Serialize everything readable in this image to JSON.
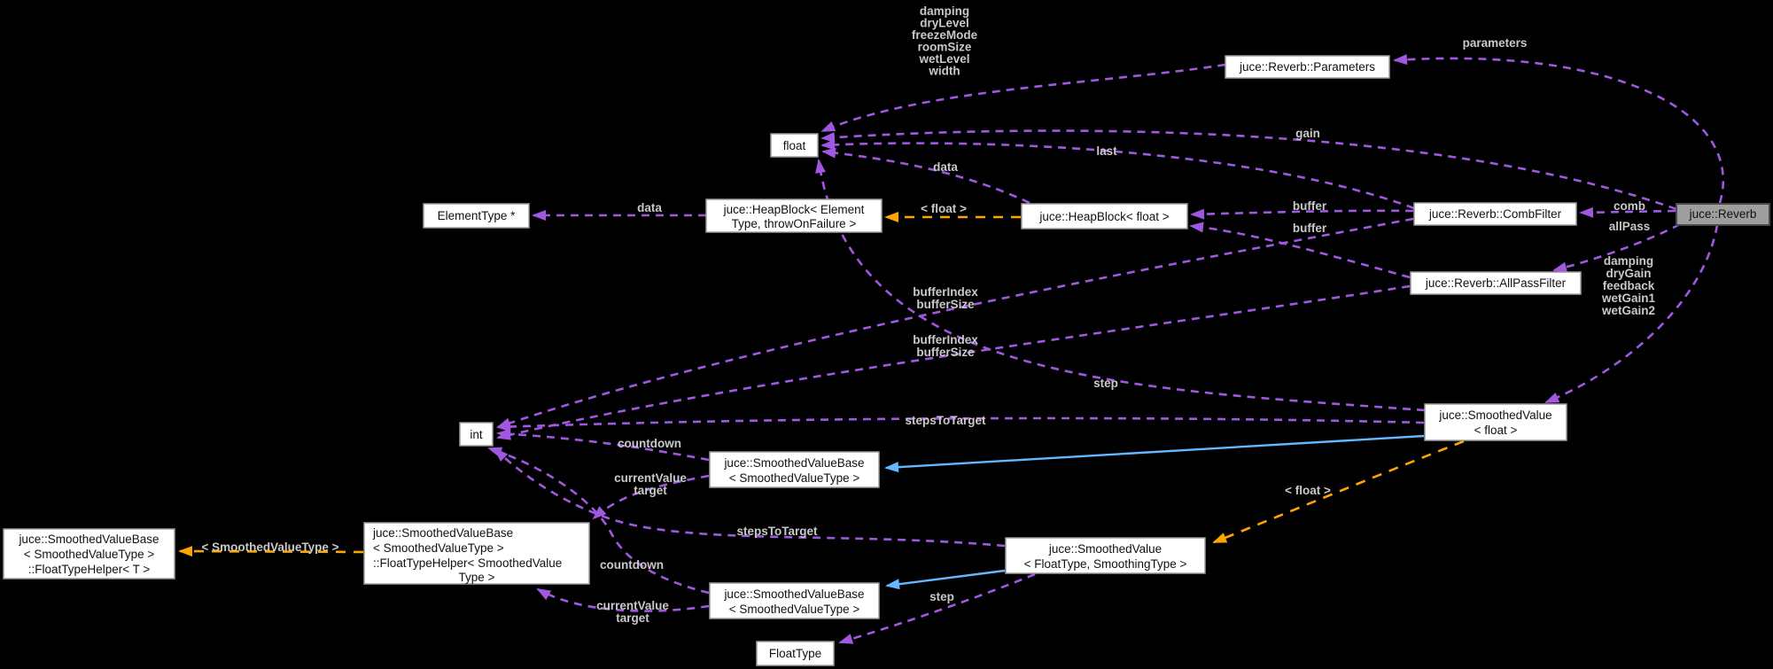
{
  "diagram": {
    "title": "juce::Reverb collaboration graph",
    "colors": {
      "background": "#000000",
      "usage_edge": "#a158e0",
      "template_edge": "#ffa500",
      "inheritance_edge": "#63b8ff",
      "edge_label_text": "#c9c9c9",
      "node_fill": "#ffffff",
      "node_border": "#9c9c9c",
      "node_text": "#111111",
      "highlight_node_fill": "#9e9e9e"
    },
    "nodes": {
      "float": {
        "lines": [
          "float"
        ]
      },
      "element_type_ptr": {
        "lines": [
          "ElementType *"
        ]
      },
      "heapblock_element": {
        "lines": [
          "juce::HeapBlock< Element",
          "Type, throwOnFailure >"
        ]
      },
      "heapblock_float": {
        "lines": [
          "juce::HeapBlock< float >"
        ]
      },
      "parameters": {
        "lines": [
          "juce::Reverb::Parameters"
        ]
      },
      "comb_filter": {
        "lines": [
          "juce::Reverb::CombFilter"
        ]
      },
      "reverb": {
        "lines": [
          "juce::Reverb"
        ]
      },
      "allpass_filter": {
        "lines": [
          "juce::Reverb::AllPassFilter"
        ]
      },
      "int": {
        "lines": [
          "int"
        ]
      },
      "smoothed_value_float": {
        "lines": [
          "juce::SmoothedValue",
          "< float >"
        ]
      },
      "svb_upper": {
        "lines": [
          "juce::SmoothedValueBase",
          "< SmoothedValueType >"
        ]
      },
      "float_type_helper_t": {
        "lines": [
          "juce::SmoothedValueBase",
          "< SmoothedValueType >",
          "::FloatTypeHelper< T >"
        ]
      },
      "float_type_helper_svt": {
        "lines": [
          "juce::SmoothedValueBase",
          "< SmoothedValueType >",
          "::FloatTypeHelper< SmoothedValue",
          "Type >"
        ]
      },
      "smoothed_value_template": {
        "lines": [
          "juce::SmoothedValue",
          "< FloatType, SmoothingType >"
        ]
      },
      "svb_lower": {
        "lines": [
          "juce::SmoothedValueBase",
          "< SmoothedValueType >"
        ]
      },
      "float_type": {
        "lines": [
          "FloatType"
        ]
      }
    },
    "edge_labels": {
      "params_to_float": {
        "lines": [
          "damping",
          "dryLevel",
          "freezeMode",
          "roomSize",
          "wetLevel",
          "width"
        ]
      },
      "parameters": {
        "lines": [
          "parameters"
        ]
      },
      "gain": {
        "lines": [
          "gain"
        ]
      },
      "last": {
        "lines": [
          "last"
        ]
      },
      "data_float": {
        "lines": [
          "data"
        ]
      },
      "data_element": {
        "lines": [
          "data"
        ]
      },
      "tmpl_float_heap": {
        "lines": [
          "< float >"
        ]
      },
      "buffer_comb": {
        "lines": [
          "buffer"
        ]
      },
      "buffer_allpass": {
        "lines": [
          "buffer"
        ]
      },
      "comb": {
        "lines": [
          "comb"
        ]
      },
      "allpass": {
        "lines": [
          "allPass"
        ]
      },
      "reverb_smoothed": {
        "lines": [
          "damping",
          "dryGain",
          "feedback",
          "wetGain1",
          "wetGain2"
        ]
      },
      "buffer_fields_comb": {
        "lines": [
          "bufferIndex",
          "bufferSize"
        ]
      },
      "buffer_fields_allpass": {
        "lines": [
          "bufferIndex",
          "bufferSize"
        ]
      },
      "step_upper": {
        "lines": [
          "step"
        ]
      },
      "steps_to_target_upper": {
        "lines": [
          "stepsToTarget"
        ]
      },
      "countdown_upper": {
        "lines": [
          "countdown"
        ]
      },
      "current_value_upper": {
        "lines": [
          "currentValue",
          "target"
        ]
      },
      "tmpl_float_smoothed": {
        "lines": [
          "< float >"
        ]
      },
      "tmpl_svt": {
        "lines": [
          "< SmoothedValueType >"
        ]
      },
      "steps_to_target_lower": {
        "lines": [
          "stepsToTarget"
        ]
      },
      "countdown_lower": {
        "lines": [
          "countdown"
        ]
      },
      "current_value_lower": {
        "lines": [
          "currentValue",
          "target"
        ]
      },
      "step_lower": {
        "lines": [
          "step"
        ]
      }
    }
  }
}
